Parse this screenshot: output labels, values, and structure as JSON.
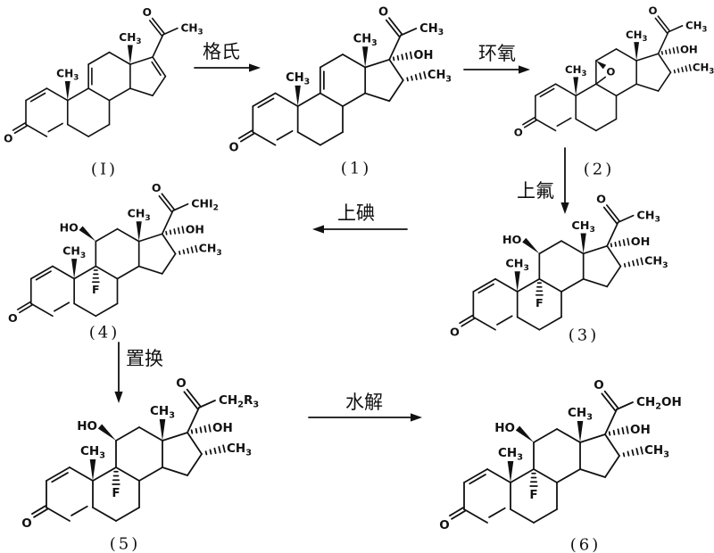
{
  "diagram": {
    "type": "chemical-reaction-scheme",
    "background_color": "#ffffff",
    "ink_color": "#111111",
    "compounds": [
      {
        "id": "I",
        "caption": "(I)",
        "groups": {
          "o3": "O",
          "c19": "CH3",
          "c18": "CH3",
          "o20": "O",
          "c21": "CH3"
        },
        "flags": {
          "delta911": true,
          "delta16": true
        }
      },
      {
        "id": "1",
        "caption": "(1)",
        "groups": {
          "o3": "O",
          "c19": "CH3",
          "c18": "CH3",
          "o20": "O",
          "c21": "CH3",
          "oh17": "OH",
          "me16": "CH3"
        },
        "flags": {
          "delta911": true
        }
      },
      {
        "id": "2",
        "caption": "(2)",
        "groups": {
          "o3": "O",
          "c19": "CH3",
          "c18": "CH3",
          "o20": "O",
          "c21": "CH3",
          "oh17": "OH",
          "me16": "CH3",
          "epoxide": "O"
        },
        "flags": {}
      },
      {
        "id": "3",
        "caption": "(3)",
        "groups": {
          "o3": "O",
          "c19": "CH3",
          "c18": "CH3",
          "o20": "O",
          "c21": "CH3",
          "oh17": "OH",
          "me16": "CH3",
          "oh11": "HO",
          "f9": "F"
        },
        "flags": {}
      },
      {
        "id": "4",
        "caption": "(4)",
        "groups": {
          "o3": "O",
          "c19": "CH3",
          "c18": "CH3",
          "o20": "O",
          "c21": "CHI2",
          "oh17": "OH",
          "me16": "CH3",
          "oh11": "HO",
          "f9": "F"
        },
        "flags": {}
      },
      {
        "id": "5",
        "caption": "(5)",
        "groups": {
          "o3": "O",
          "c19": "CH3",
          "c18": "CH3",
          "o20": "O",
          "c21": "CH2R3",
          "oh17": "OH",
          "me16": "CH3",
          "oh11": "HO",
          "f9": "F"
        },
        "flags": {}
      },
      {
        "id": "6",
        "caption": "(6)",
        "groups": {
          "o3": "O",
          "c19": "CH3",
          "c18": "CH3",
          "o20": "O",
          "c21": "CH2OH",
          "oh17": "OH",
          "me16": "CH3",
          "oh11": "HO",
          "f9": "F"
        },
        "flags": {}
      }
    ],
    "arrows": [
      {
        "label": "格氏",
        "name": "grignard",
        "direction": "right",
        "from": "I",
        "to": "1"
      },
      {
        "label": "环氧",
        "name": "epoxidation",
        "direction": "right",
        "from": "1",
        "to": "2"
      },
      {
        "label": "上氟",
        "name": "fluorination",
        "direction": "down",
        "from": "2",
        "to": "3"
      },
      {
        "label": "上碘",
        "name": "iodination",
        "direction": "left",
        "from": "3",
        "to": "4"
      },
      {
        "label": "置换",
        "name": "substitution",
        "direction": "down",
        "from": "4",
        "to": "5"
      },
      {
        "label": "水解",
        "name": "hydrolysis",
        "direction": "right",
        "from": "5",
        "to": "6"
      }
    ]
  }
}
